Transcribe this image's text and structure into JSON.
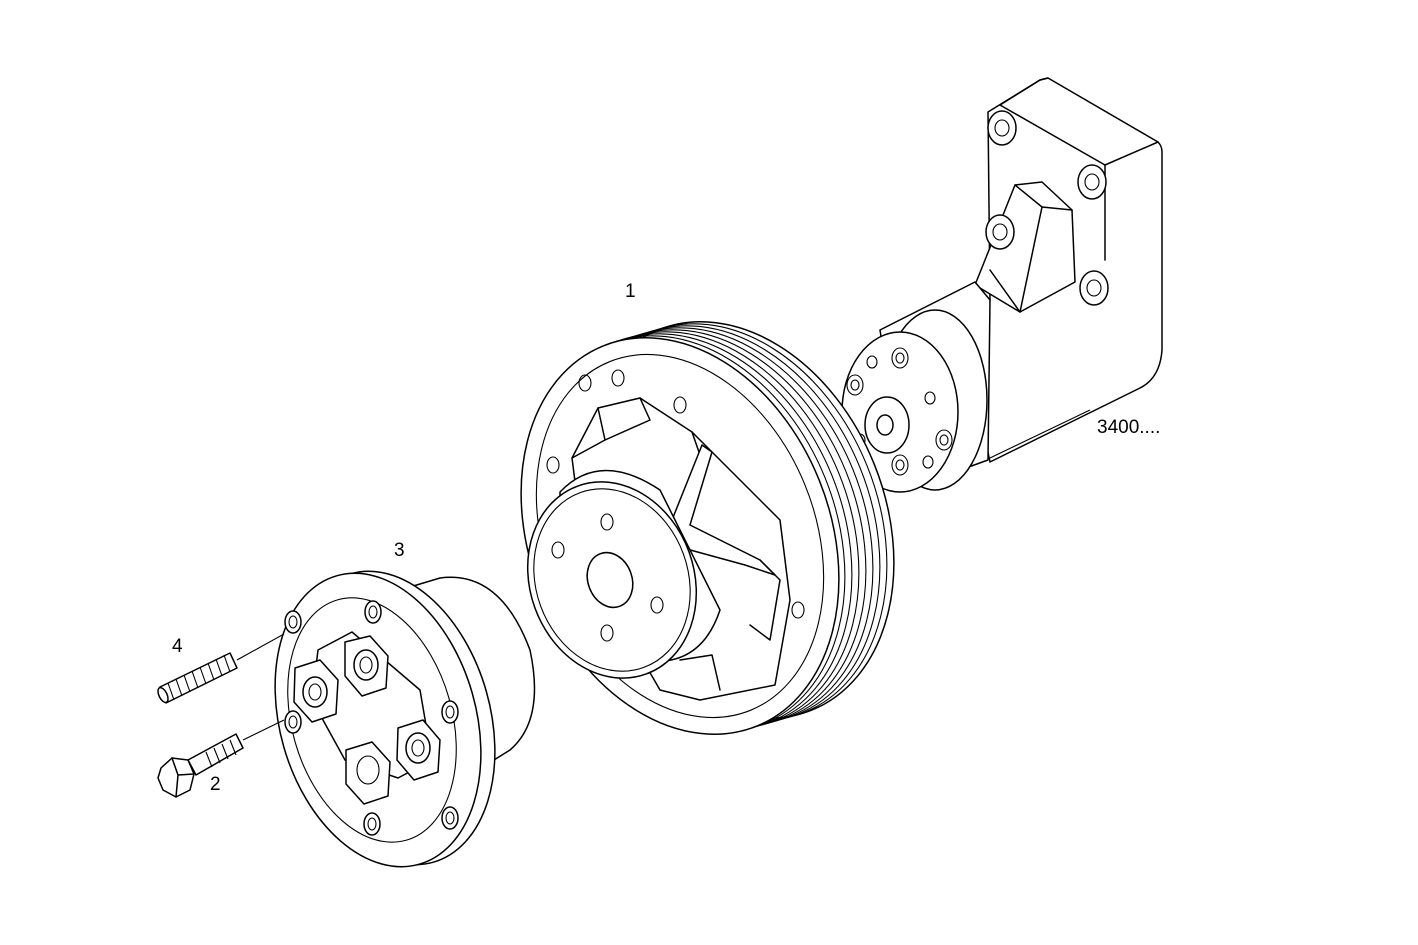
{
  "labels": {
    "part_1": "1",
    "part_2": "2",
    "part_3": "3",
    "part_4": "4",
    "assembly_ref": "3400...."
  },
  "colors": {
    "line": "#000000",
    "background": "#ffffff"
  }
}
